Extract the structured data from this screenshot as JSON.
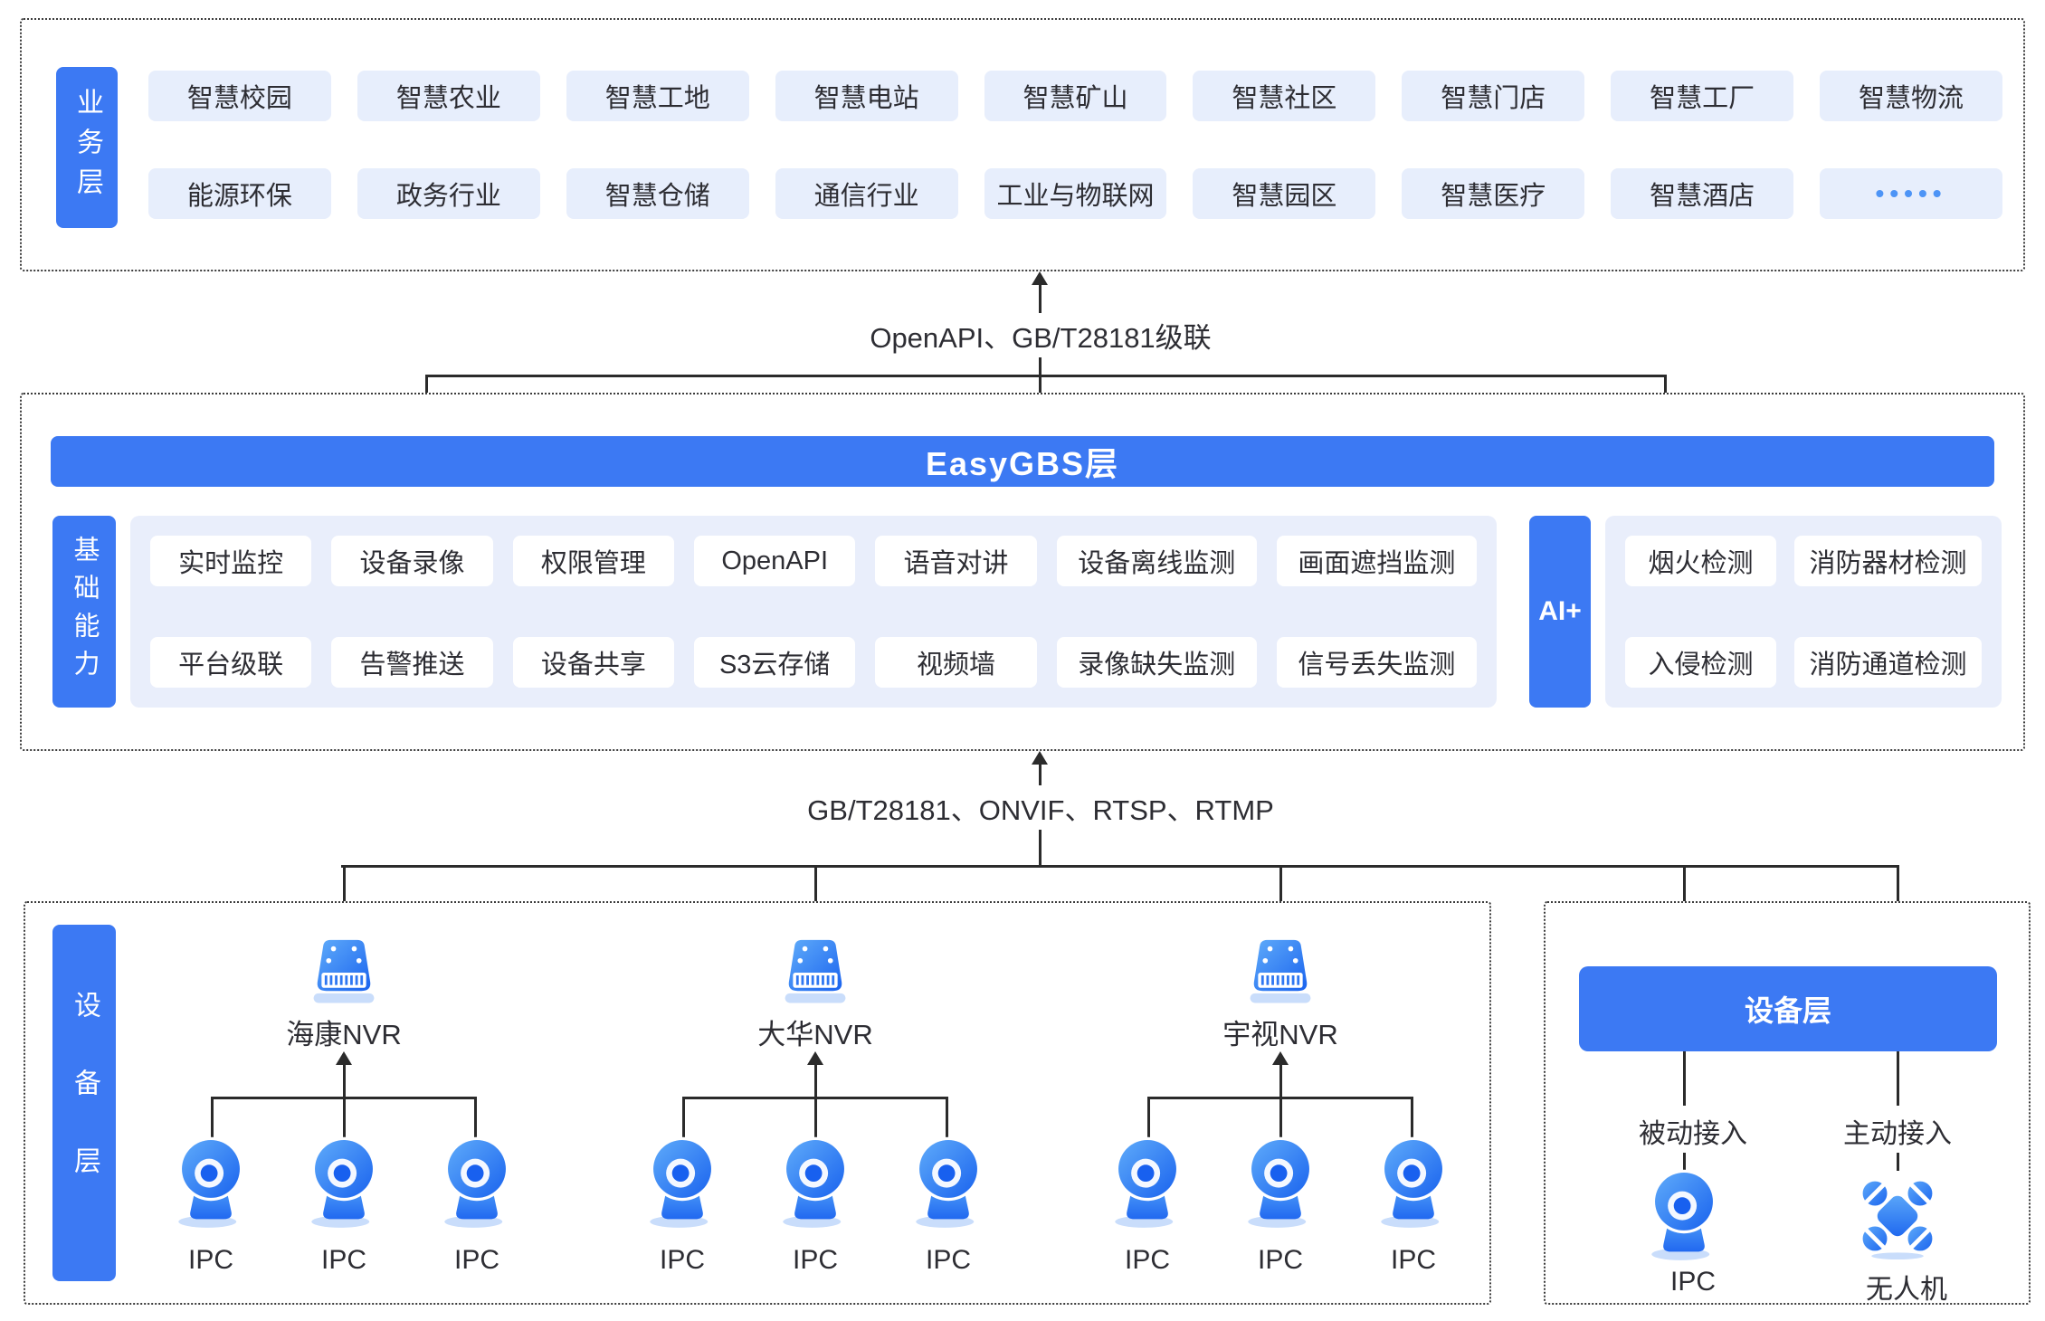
{
  "colors": {
    "primary_blue": "#3C79F3",
    "icon_blue_light": "#59A7F9",
    "icon_blue_dark": "#1A63EE",
    "chip_bg": "#E7EEFC",
    "panel_bg": "#E9EEFB",
    "line": "#2B2B2B",
    "icon_shadow": "#C9DDFB",
    "text": "#2D2D33"
  },
  "biz": {
    "label": "业务层",
    "row1": [
      "智慧校园",
      "智慧农业",
      "智慧工地",
      "智慧电站",
      "智慧矿山",
      "智慧社区",
      "智慧门店",
      "智慧工厂",
      "智慧物流"
    ],
    "row2": [
      "能源环保",
      "政务行业",
      "智慧仓储",
      "通信行业",
      "工业与物联网",
      "智慧园区",
      "智慧医疗",
      "智慧酒店",
      "•••••"
    ]
  },
  "linkA": {
    "label": "OpenAPI、GB/T28181级联"
  },
  "core": {
    "bar": "EasyGBS层",
    "side": "基础能力",
    "row1": [
      "实时监控",
      "设备录像",
      "权限管理",
      "OpenAPI",
      "语音对讲",
      "设备离线监测",
      "画面遮挡监测"
    ],
    "row2": [
      "平台级联",
      "告警推送",
      "设备共享",
      "S3云存储",
      "视频墙",
      "录像缺失监测",
      "信号丢失监测"
    ],
    "ai": "AI+",
    "airow1": [
      "烟火检测",
      "消防器材检测"
    ],
    "airow2": [
      "入侵检测",
      "消防通道检测"
    ]
  },
  "linkB": {
    "label": "GB/T28181、ONVIF、RTSP、RTMP"
  },
  "dev": {
    "side": "设备层",
    "groups": [
      {
        "nvr": "海康NVR",
        "ipcs": [
          "IPC",
          "IPC",
          "IPC"
        ]
      },
      {
        "nvr": "大华NVR",
        "ipcs": [
          "IPC",
          "IPC",
          "IPC"
        ]
      },
      {
        "nvr": "宇视NVR",
        "ipcs": [
          "IPC",
          "IPC",
          "IPC"
        ]
      }
    ],
    "right": {
      "header": "设备层",
      "cols": [
        {
          "mode": "被动接入",
          "device": "IPC"
        },
        {
          "mode": "主动接入",
          "device": "无人机"
        }
      ]
    }
  }
}
